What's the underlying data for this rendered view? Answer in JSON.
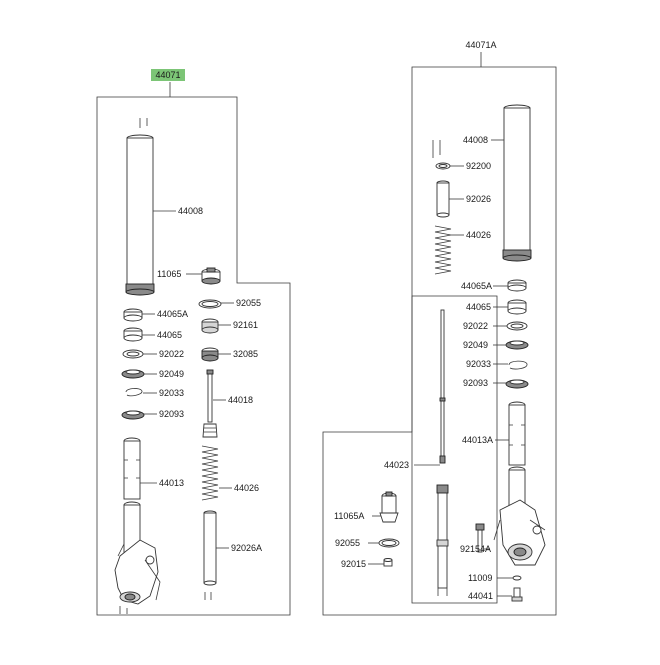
{
  "diagram": {
    "assembly_left": "44071",
    "assembly_right": "44071A",
    "highlight_color": "#7cc576",
    "labels_left": {
      "p44008": "44008",
      "p11065": "11065",
      "p92055": "92055",
      "p44065A": "44065A",
      "p92161": "92161",
      "p44065": "44065",
      "p92022": "92022",
      "p32085": "32085",
      "p92049": "92049",
      "p92033": "92033",
      "p44018": "44018",
      "p92093": "92093",
      "p44013": "44013",
      "p44026": "44026",
      "p92026A": "92026A"
    },
    "labels_right": {
      "p44008": "44008",
      "p92200": "92200",
      "p92026": "92026",
      "p44026": "44026",
      "p44065A": "44065A",
      "p44065": "44065",
      "p92022": "92022",
      "p92049": "92049",
      "p92033": "92033",
      "p92093": "92093",
      "p44013A": "44013A",
      "p44023": "44023",
      "p11065A": "11065A",
      "p92055": "92055",
      "p92015": "92015",
      "p92154A": "92154A",
      "p11009": "11009",
      "p44041": "44041"
    }
  }
}
